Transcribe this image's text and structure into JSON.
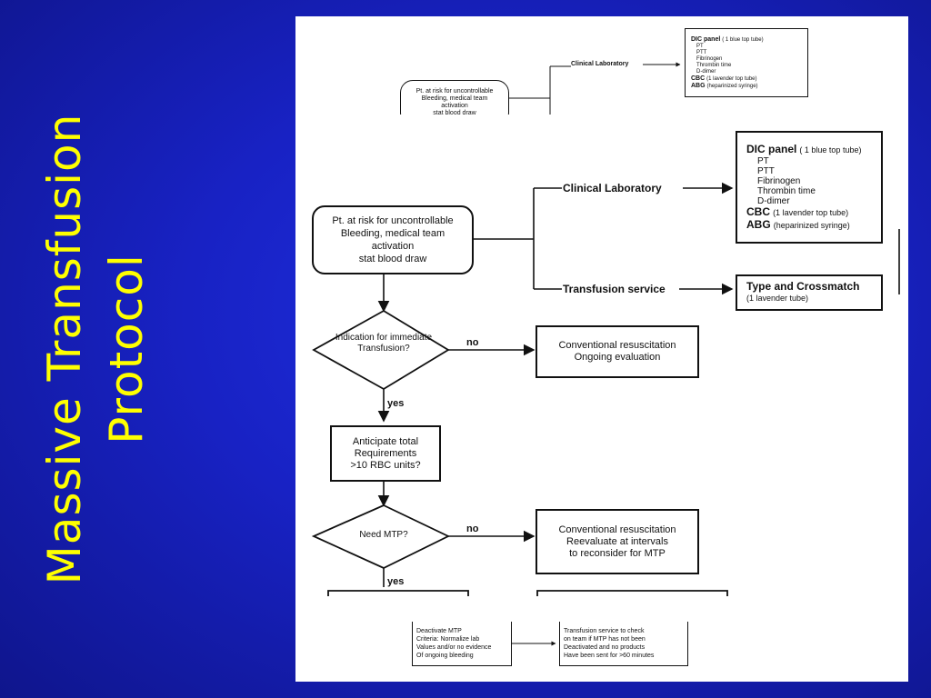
{
  "slide": {
    "title_line1": "Massive Transfusion",
    "title_line2": "Protocol"
  },
  "flowchart": {
    "start": [
      "Pt. at risk for uncontrollable",
      "Bleeding, medical team",
      "activation",
      "stat blood draw"
    ],
    "clinical_lab": "Clinical Laboratory",
    "transfusion_service": "Transfusion service",
    "dic_panel": {
      "heading": "DIC panel",
      "note": "( 1 blue top tube)",
      "items": [
        "PT",
        "PTT",
        "Fibrinogen",
        "Thrombin time",
        "D-dimer"
      ]
    },
    "cbc": {
      "heading": "CBC",
      "note": "(1 lavender top tube)"
    },
    "abg": {
      "heading": "ABG",
      "note": "(heparinized syringe)"
    },
    "type_cross": {
      "heading": "Type and Crossmatch",
      "note": "(1 lavender tube)"
    },
    "indication": [
      "Indication for",
      "immediate",
      "Transfusion?"
    ],
    "no_label": "no",
    "yes_label": "yes",
    "conventional1": [
      "Conventional resuscitation",
      "Ongoing evaluation"
    ],
    "anticipate": [
      "Anticipate total",
      "Requirements",
      ">10 RBC units?"
    ],
    "need_mtp": "Need MTP?",
    "conventional2": [
      "Conventional resuscitation",
      "Reevaluate at intervals",
      "to reconsider for MTP"
    ],
    "deactivate": [
      "Deactivate MTP",
      "Criteria: Normalize lab",
      "Values and/or no evidence",
      "Of ongoing bleeding"
    ],
    "ts_check": [
      "Transfusion service to check",
      "on team if MTP has not been",
      "Deactivated and no products",
      "Have been sent for >60 minutes"
    ]
  },
  "mini_top": {
    "start": [
      "Pt. at risk for uncontrollable",
      "Bleeding, medical team",
      "activation",
      "stat blood draw"
    ],
    "clinical_lab": "Clinical Laboratory",
    "dic_panel": {
      "heading": "DIC panel",
      "note": "( 1 blue top tube)",
      "items": [
        "PT",
        "PTT",
        "Fibrinogen",
        "Thrombin time",
        "D-dimer"
      ]
    },
    "cbc": {
      "heading": "CBC",
      "note": "(1 lavender top tube)"
    },
    "abg": {
      "heading": "ABG",
      "note": "(heparinized syringe)"
    }
  }
}
